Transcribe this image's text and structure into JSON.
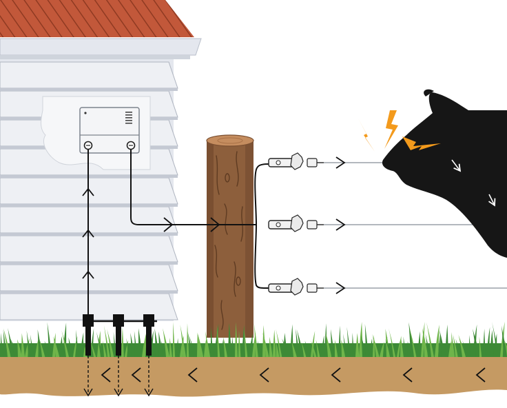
{
  "diagram": {
    "kind": "electric-fence-circuit",
    "labels": [],
    "colors": {
      "roof": "#c2583a",
      "gutter": "#dfe3ea",
      "siding": "#e4e7ee",
      "siding_shadow": "#c4c9d3",
      "energizer_box": "#f4f5f7",
      "post": "#8d5f3c",
      "post_top": "#c58d5f",
      "soil": "#c59a63",
      "grass": "#3d8a36",
      "grass_light": "#6fb54a",
      "wire": "#9aa0a8",
      "lead": "#111111",
      "cow": "#161616",
      "shock": "#f39a1c",
      "ground_rod": "#111111"
    },
    "components": [
      {
        "name": "energizer",
        "icon": "energizer-box-icon"
      },
      {
        "name": "fence-post",
        "icon": "wooden-post-icon"
      },
      {
        "name": "insulators",
        "icon": "insulator-icon",
        "count": 3
      },
      {
        "name": "fence-wires",
        "count": 3
      },
      {
        "name": "ground-rods",
        "icon": "ground-rod-icon",
        "count": 3
      },
      {
        "name": "animal",
        "icon": "cow-head-icon"
      },
      {
        "name": "shock",
        "icon": "lightning-bolt-icon",
        "count": 3
      }
    ],
    "flow": {
      "ground-lead-direction": "up",
      "fence-lead-direction": "right",
      "wire-direction": "right",
      "through-animal-direction": "down",
      "soil-return-direction": "left"
    }
  }
}
